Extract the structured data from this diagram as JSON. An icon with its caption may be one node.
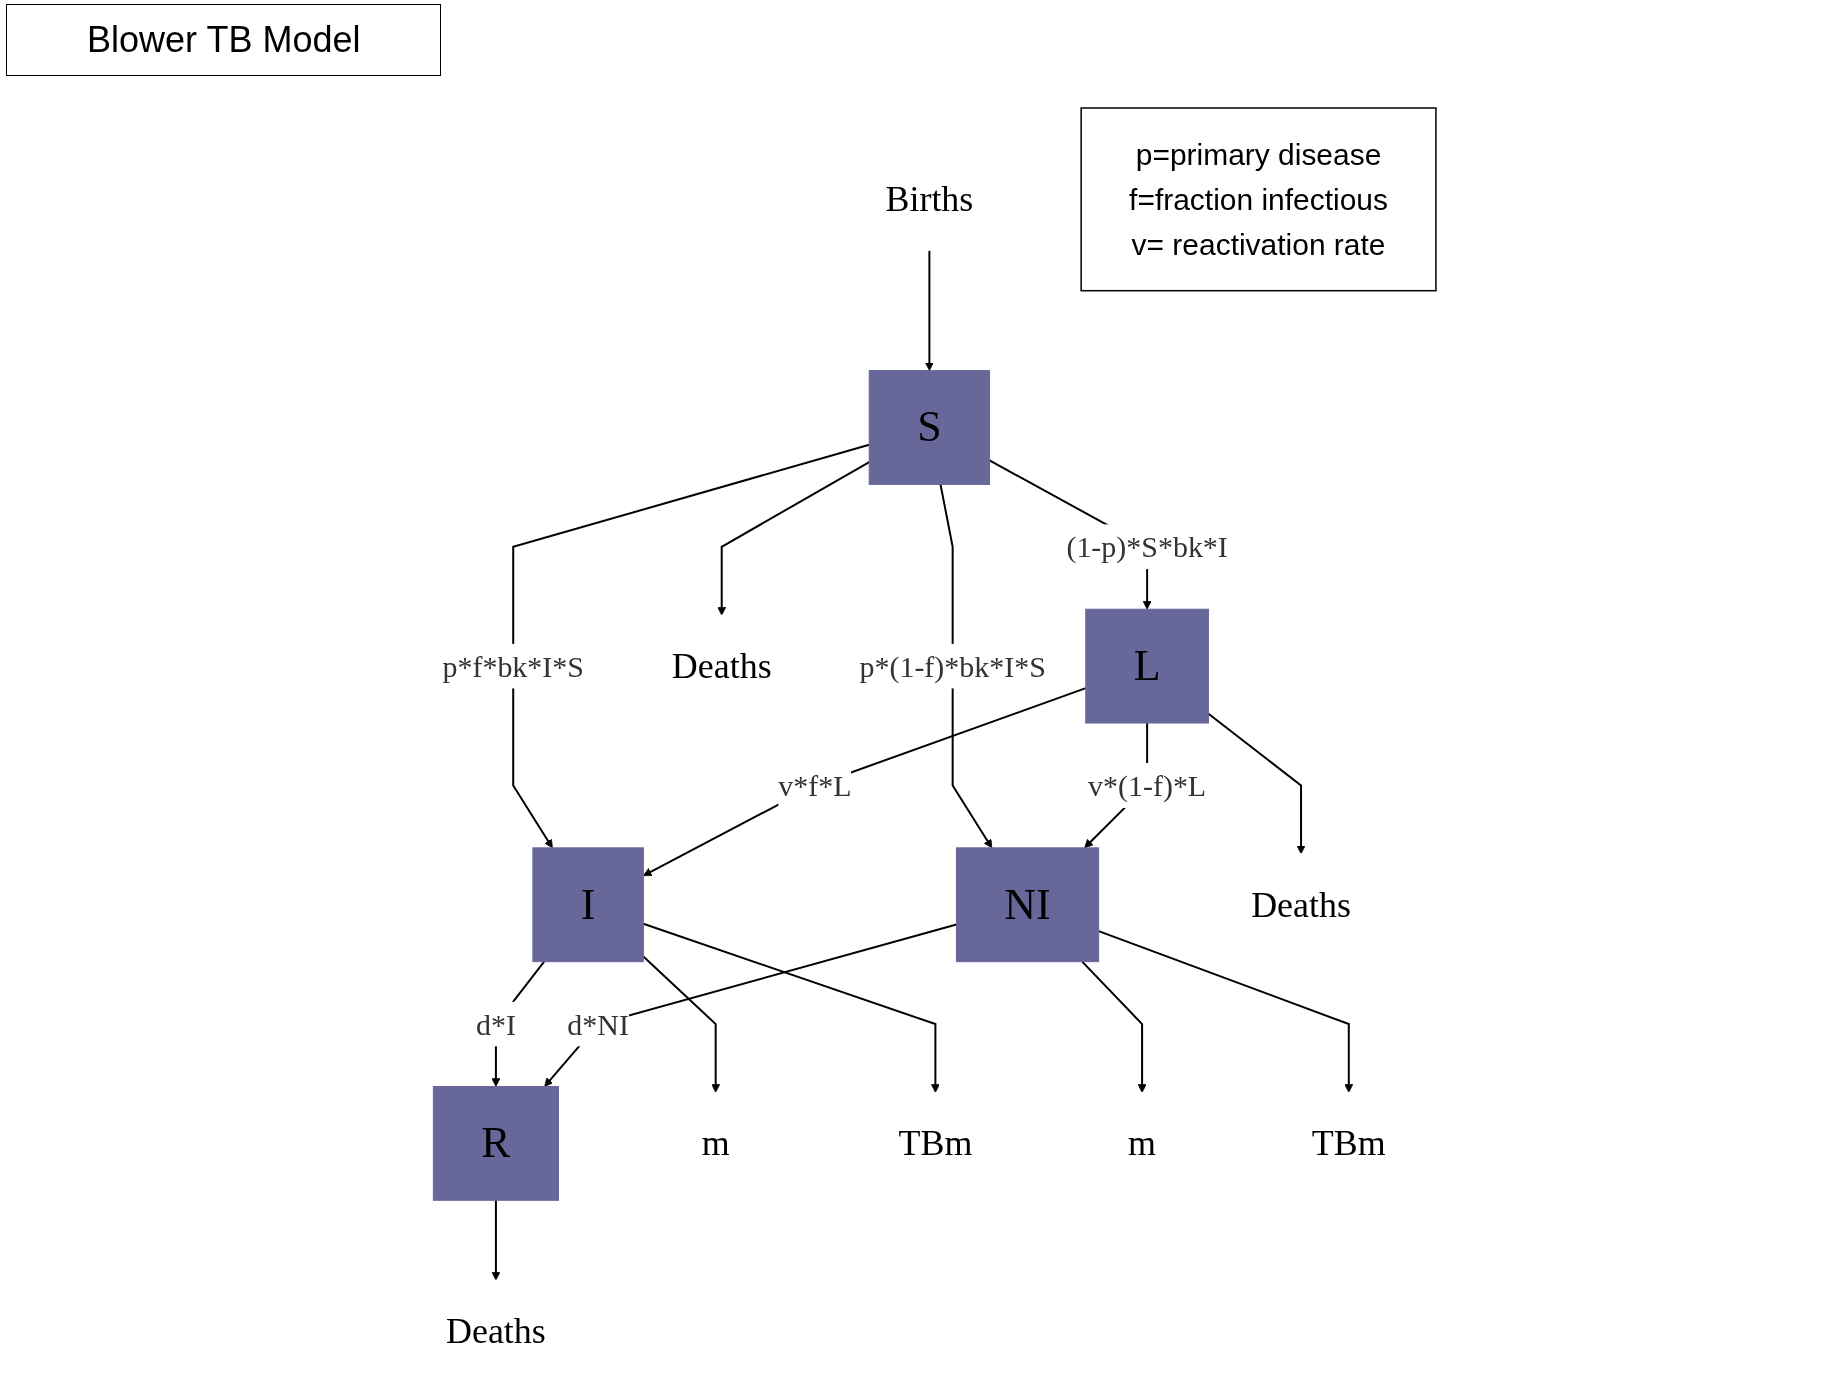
{
  "diagram": {
    "title": "Blower TB Model",
    "nodes": [
      {
        "text": [
          "S"
        ]
      },
      {
        "text": [
          "L"
        ]
      },
      {
        "text": [
          "I"
        ]
      },
      {
        "text": [
          "NI"
        ]
      },
      {
        "text": [
          "R"
        ]
      },
      {
        "text": [
          "Births"
        ]
      },
      {
        "text": [
          "Deaths"
        ]
      },
      {
        "text": [
          "Deaths"
        ]
      },
      {
        "text": [
          "m"
        ]
      },
      {
        "text": [
          "TBm"
        ]
      },
      {
        "text": [
          "m"
        ]
      },
      {
        "text": [
          "TBm"
        ]
      },
      {
        "text": [
          "Deaths"
        ]
      },
      {
        "text": [
          "p=primary disease",
          "f=fraction infectious",
          "v= reactivation rate"
        ]
      }
    ],
    "edges": [
      {
        "from": 5,
        "to": 0,
        "arrow": "to"
      },
      {
        "from": 0,
        "to": 6,
        "arrow": "to"
      },
      {
        "from": 0,
        "to": 2,
        "arrow": "to",
        "label": "p*f*bk*I*S"
      },
      {
        "from": 0,
        "to": 1,
        "arrow": "to",
        "label": "(1-p)*S*bk*I"
      },
      {
        "from": 0,
        "to": 3,
        "arrow": "to",
        "label": "p*(1-f)*bk*I*S"
      },
      {
        "from": 1,
        "to": 7,
        "arrow": "to"
      },
      {
        "from": 1,
        "to": 2,
        "arrow": "to",
        "label": "v*f*L"
      },
      {
        "from": 1,
        "to": 3,
        "arrow": "to",
        "label": "v*(1-f)*L"
      },
      {
        "from": 2,
        "to": 8,
        "arrow": "to"
      },
      {
        "from": 2,
        "to": 9,
        "arrow": "to"
      },
      {
        "from": 3,
        "to": 10,
        "arrow": "to"
      },
      {
        "from": 3,
        "to": 11,
        "arrow": "to"
      },
      {
        "from": 2,
        "to": 4,
        "arrow": "to",
        "label": "d*I"
      },
      {
        "from": 3,
        "to": 4,
        "arrow": "to",
        "label": "d*NI"
      },
      {
        "from": 4,
        "to": 12,
        "arrow": "to"
      }
    ]
  }
}
